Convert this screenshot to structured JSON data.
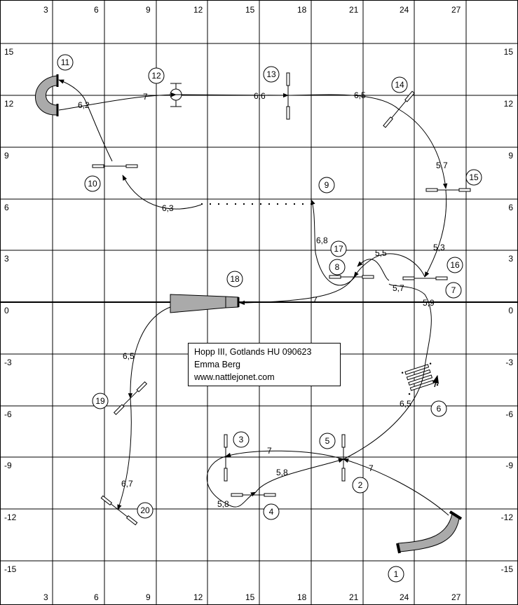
{
  "axes": {
    "top_labels": [
      "3",
      "6",
      "9",
      "12",
      "15",
      "18",
      "21",
      "24",
      "27"
    ],
    "bottom_labels": [
      "3",
      "6",
      "9",
      "12",
      "15",
      "18",
      "21",
      "24",
      "27"
    ],
    "left_labels": [
      "15",
      "12",
      "9",
      "6",
      "3",
      "0",
      "-3",
      "-6",
      "-9",
      "-12",
      "-15"
    ],
    "right_labels": [
      "15",
      "12",
      "9",
      "6",
      "3",
      "0",
      "-3",
      "-6",
      "-9",
      "-12",
      "-15"
    ]
  },
  "info_box": {
    "line1": "Hopp III, Gotlands HU 090623",
    "line2": "Emma Berg",
    "line3": "www.nattlejonet.com"
  },
  "obstacle_numbers": [
    "1",
    "2",
    "3",
    "4",
    "5",
    "6",
    "7",
    "8",
    "9",
    "10",
    "11",
    "12",
    "13",
    "14",
    "15",
    "16",
    "17",
    "18",
    "19",
    "20"
  ],
  "distances": [
    "7",
    "6,2",
    "7",
    "6,6",
    "6,5",
    "5,7",
    "5,3",
    "6,3",
    "6,8",
    "5,5",
    "5,7",
    "5,9",
    "7",
    "6,5",
    "6,5",
    "7",
    "5,8",
    "5,8",
    "7",
    "6,7"
  ]
}
